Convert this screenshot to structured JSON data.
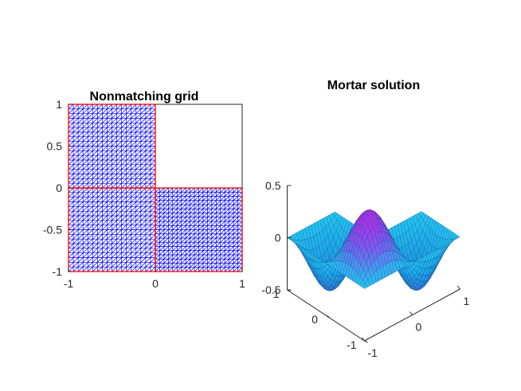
{
  "chart_data": [
    {
      "type": "mesh",
      "title": "Nonmatching grid",
      "xlim": [
        -1,
        1
      ],
      "ylim": [
        -1,
        1
      ],
      "xticks": [
        -1,
        0,
        1
      ],
      "yticks": [
        -1,
        -0.5,
        0,
        0.5,
        1
      ],
      "xtick_labels": [
        "-1",
        "0",
        "1"
      ],
      "ytick_labels": [
        "-1",
        "-0.5",
        "0",
        "0.5",
        "1"
      ],
      "subdomains": [
        {
          "x": [
            -1,
            0
          ],
          "y": [
            0,
            1
          ],
          "divisions": 18
        },
        {
          "x": [
            -1,
            0
          ],
          "y": [
            -1,
            0
          ],
          "divisions": 18
        },
        {
          "x": [
            0,
            1
          ],
          "y": [
            -1,
            0
          ],
          "divisions": 20
        }
      ],
      "mesh_color": "#0000ff",
      "interface_color": "#ff0000",
      "grid": false
    },
    {
      "type": "surface",
      "title": "Mortar solution",
      "xlim": [
        -1,
        1
      ],
      "ylim": [
        -1,
        1
      ],
      "zlim": [
        -0.5,
        0.5
      ],
      "xticks": [
        -1,
        0,
        1
      ],
      "yticks": [
        -1,
        0,
        1
      ],
      "zticks": [
        -0.5,
        0,
        0.5
      ],
      "xtick_labels": [
        "-1",
        "0",
        "1"
      ],
      "ytick_labels": [
        "-1",
        "0",
        "1"
      ],
      "ztick_labels": [
        "-0.5",
        "0",
        "0.5"
      ],
      "function": "0.5*sin(pi*x)*sin(pi*y) on L-shaped domain",
      "colormap": [
        "#2c7bd6",
        "#1aa6e6",
        "#22c5f0",
        "#7a5cf0",
        "#c026e8"
      ],
      "grid": false
    }
  ]
}
